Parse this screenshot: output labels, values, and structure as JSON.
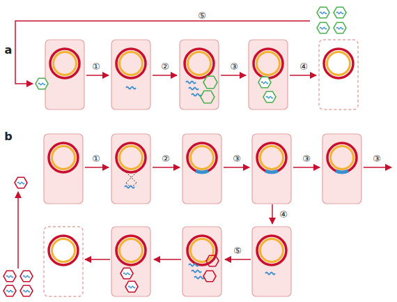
{
  "diagram": {
    "labels": [
      "⑤",
      "a",
      "①",
      "②",
      "③",
      "④",
      "b",
      "①",
      "②",
      "③",
      "③",
      "③",
      "④",
      "⑤"
    ]
  }
}
